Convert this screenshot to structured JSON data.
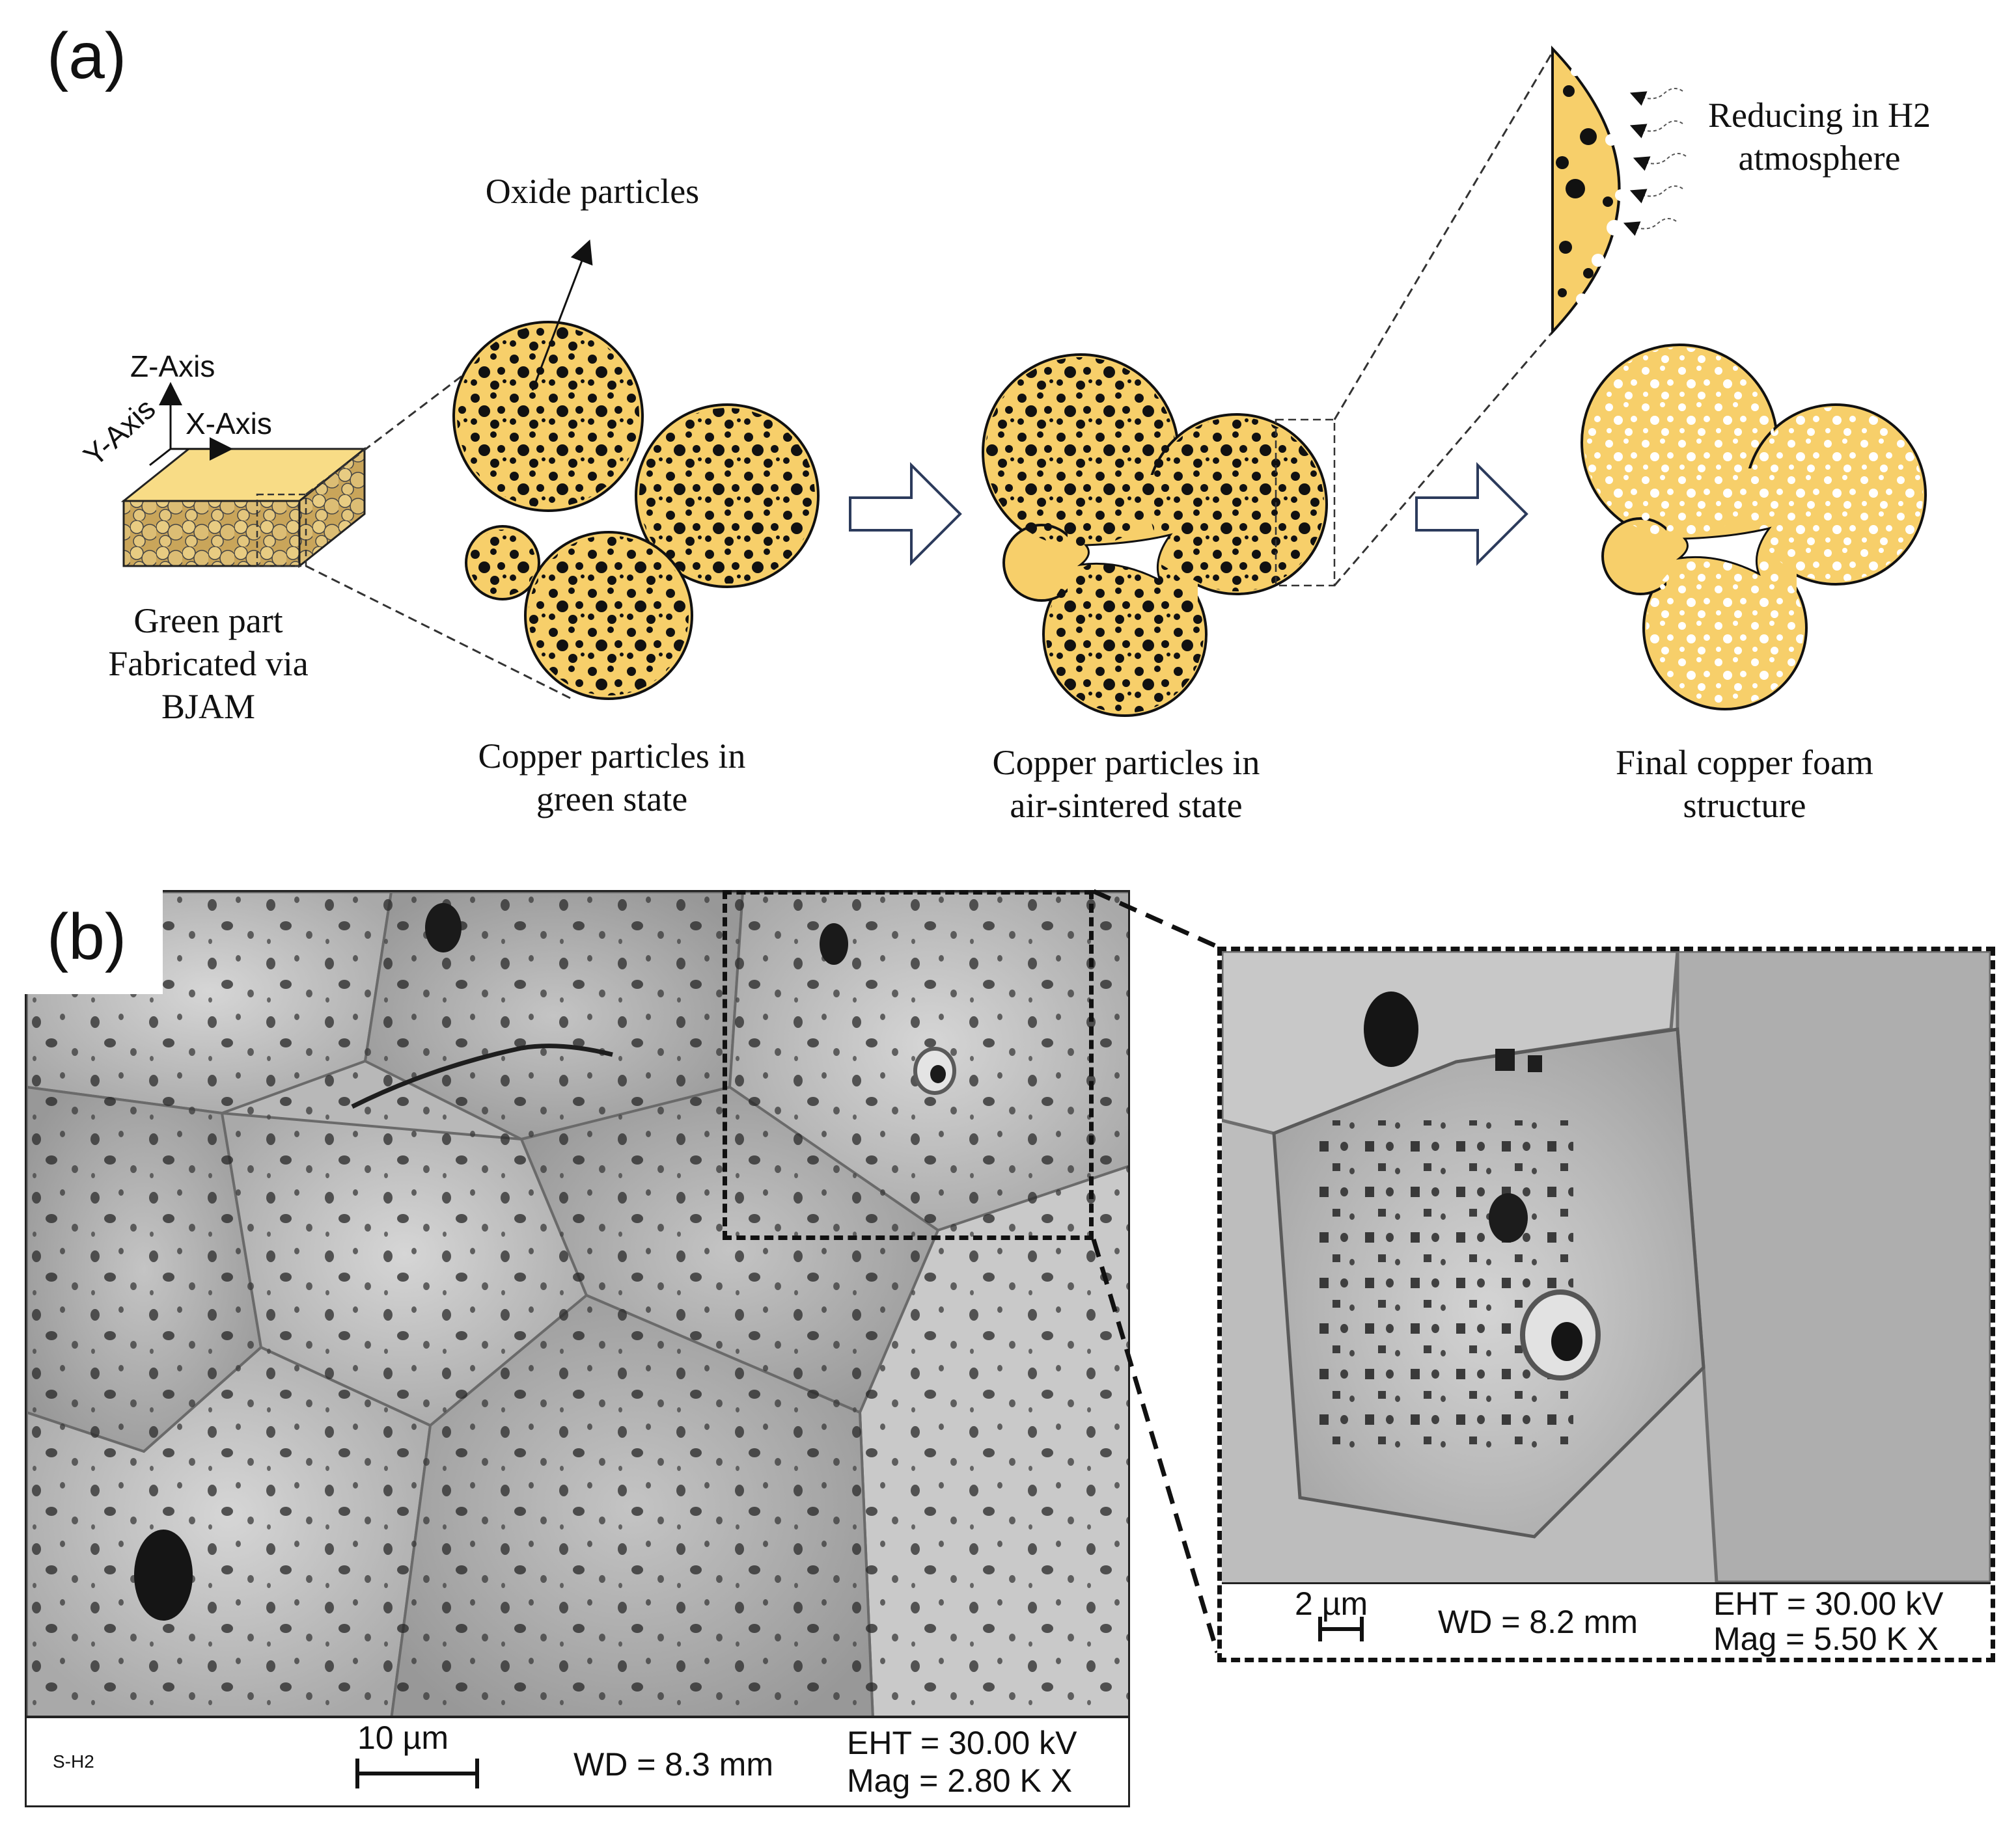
{
  "panel_a": {
    "label": "(a)",
    "axes": {
      "z": "Z-Axis",
      "x": "X-Axis",
      "y": "Y-Axis"
    },
    "green_part_caption": [
      "Green part",
      "Fabricated via",
      "BJAM"
    ],
    "oxide_label": "Oxide particles",
    "reducing_label": [
      "Reducing in H2",
      "atmosphere"
    ],
    "stage_captions": {
      "green": [
        "Copper particles in",
        "green state"
      ],
      "air_sintered": [
        "Copper particles in",
        "air-sintered state"
      ],
      "final": [
        "Final copper foam",
        "structure"
      ]
    },
    "colors": {
      "copper": "#f7cf6a",
      "oxide": "#111111",
      "reduced": "#ffffff",
      "outline": "#111111"
    }
  },
  "panel_b": {
    "label": "(b)",
    "main_image": {
      "sample_id": "S-H2",
      "scale_label": "10 µm",
      "wd": "WD = 8.3 mm",
      "eht": "EHT = 30.00 kV",
      "mag": "Mag = 2.80 K X"
    },
    "zoom_image": {
      "scale_label": "2 µm",
      "wd": "WD = 8.2 mm",
      "eht": "EHT = 30.00 kV",
      "mag": "Mag = 5.50 K X"
    }
  }
}
